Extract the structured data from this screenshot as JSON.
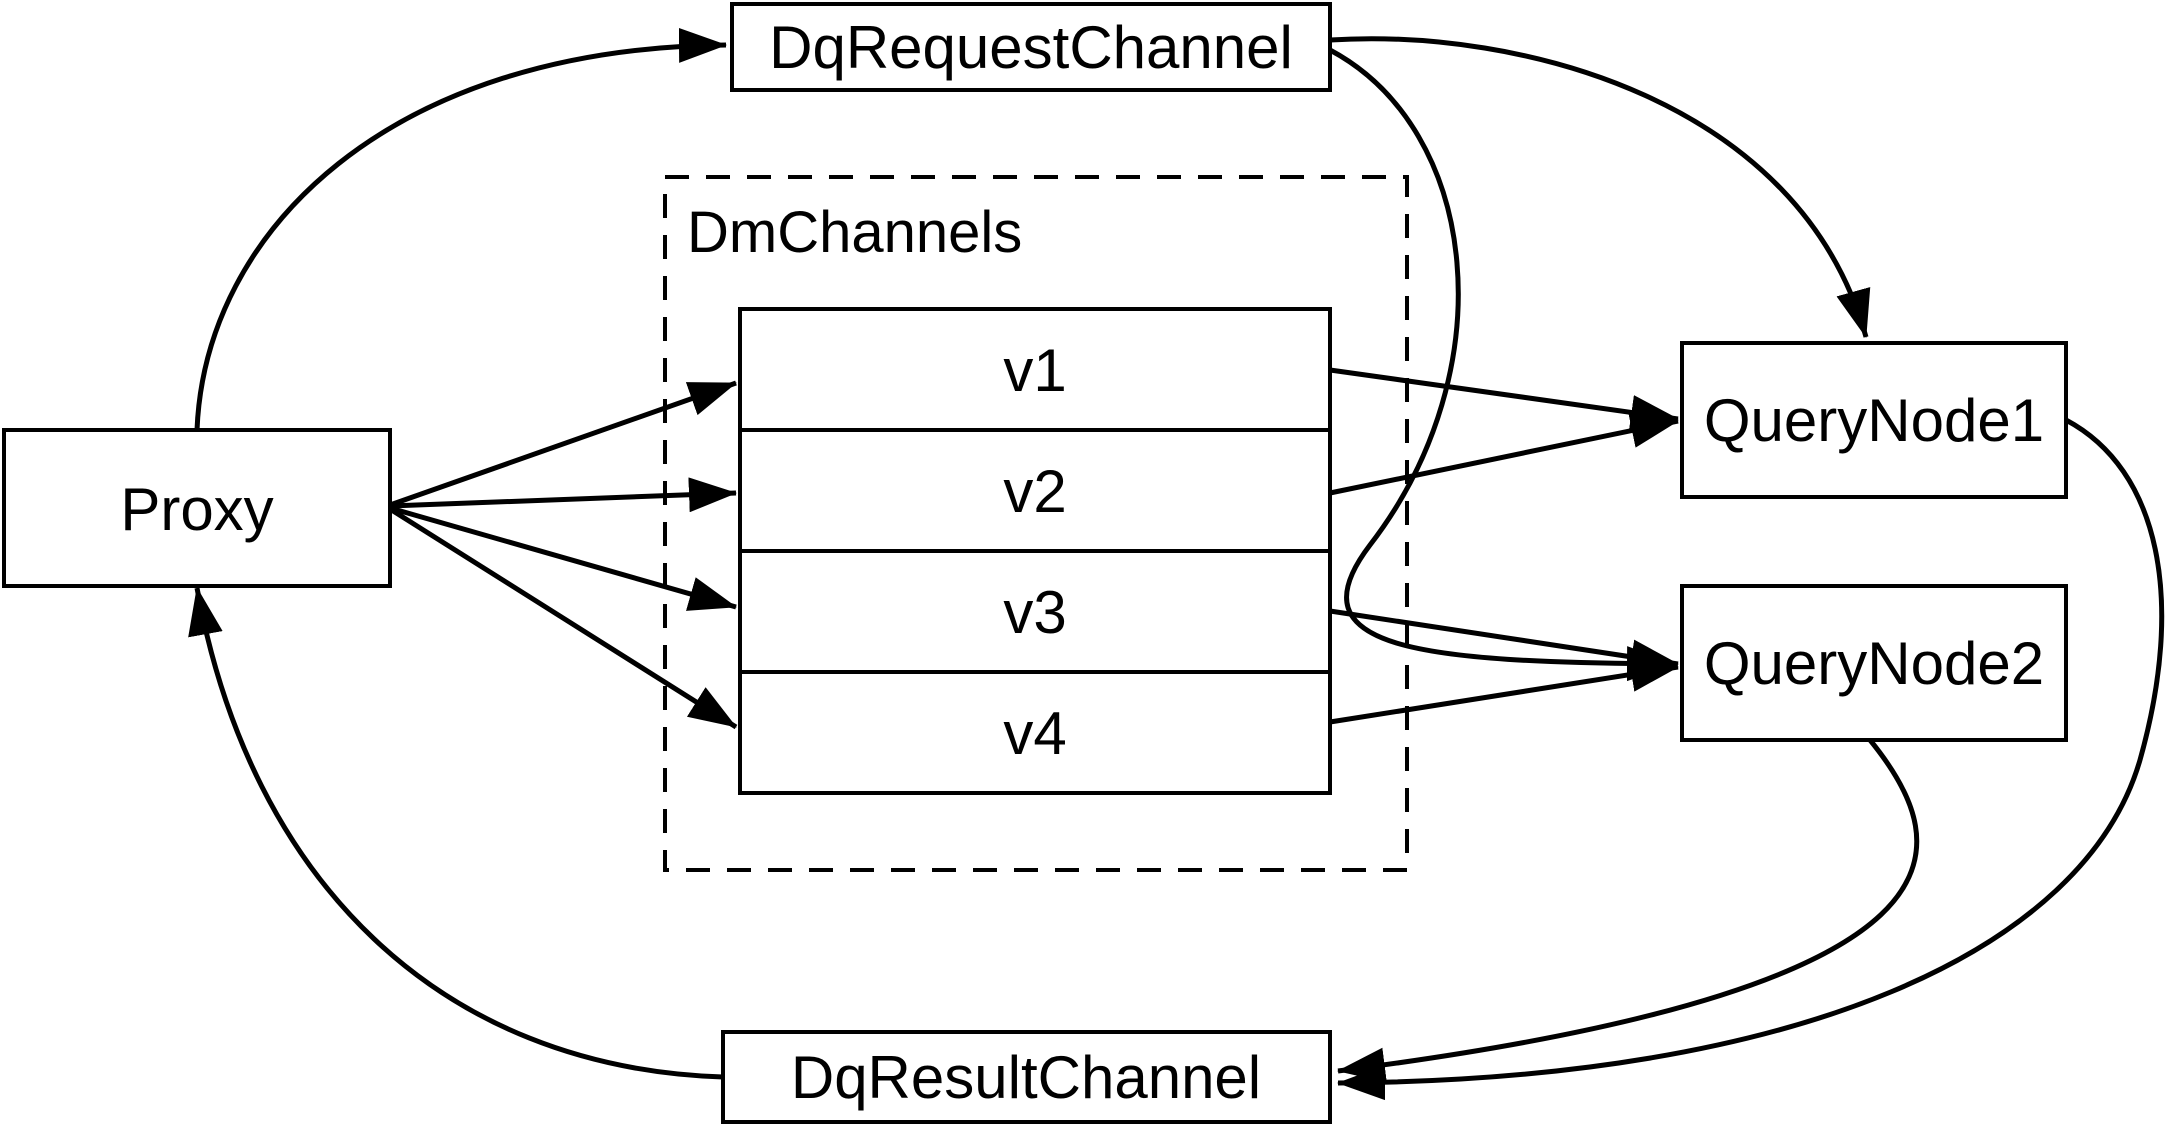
{
  "colors": {
    "background": "#ffffff",
    "stroke": "#000000",
    "text": "#000000"
  },
  "nodes": {
    "proxy": {
      "label": "Proxy"
    },
    "dq_request_channel": {
      "label": "DqRequestChannel"
    },
    "dm_channels": {
      "label": "DmChannels"
    },
    "v1": {
      "label": "v1"
    },
    "v2": {
      "label": "v2"
    },
    "v3": {
      "label": "v3"
    },
    "v4": {
      "label": "v4"
    },
    "query_node_1": {
      "label": "QueryNode1"
    },
    "query_node_2": {
      "label": "QueryNode2"
    },
    "dq_result_channel": {
      "label": "DqResultChannel"
    }
  },
  "edges": [
    {
      "from": "proxy",
      "to": "dq_request_channel"
    },
    {
      "from": "proxy",
      "to": "v1"
    },
    {
      "from": "proxy",
      "to": "v2"
    },
    {
      "from": "proxy",
      "to": "v3"
    },
    {
      "from": "proxy",
      "to": "v4"
    },
    {
      "from": "v1",
      "to": "query_node_1"
    },
    {
      "from": "v2",
      "to": "query_node_1"
    },
    {
      "from": "v3",
      "to": "query_node_2"
    },
    {
      "from": "v4",
      "to": "query_node_2"
    },
    {
      "from": "dq_request_channel",
      "to": "query_node_1"
    },
    {
      "from": "dq_request_channel",
      "to": "query_node_2"
    },
    {
      "from": "query_node_1",
      "to": "dq_result_channel"
    },
    {
      "from": "query_node_2",
      "to": "dq_result_channel"
    },
    {
      "from": "dq_result_channel",
      "to": "proxy"
    }
  ]
}
